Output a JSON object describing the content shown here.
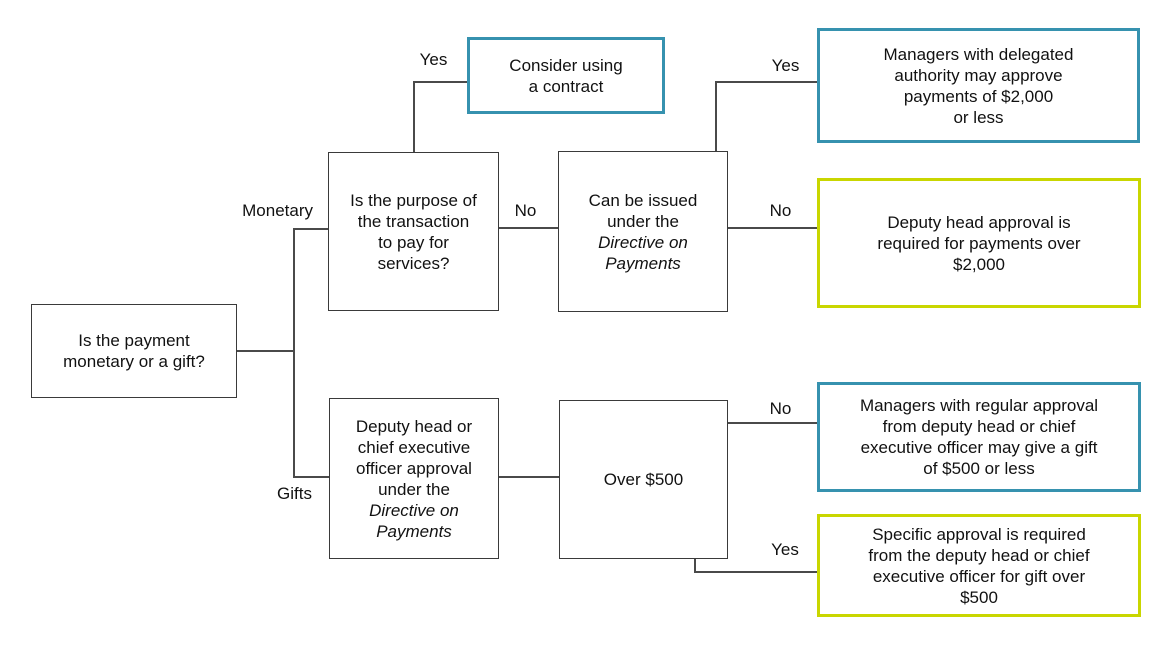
{
  "colors": {
    "teal_border": "#3692AF",
    "yellow_border": "#C9D600",
    "plain_border": "#3A3A3A",
    "connector": "#4A4A4A",
    "text": "#111111",
    "background": "#FFFFFF"
  },
  "nodes": {
    "root": {
      "lines": [
        "Is the payment",
        "monetary or a gift?"
      ]
    },
    "purpose": {
      "lines": [
        "Is the purpose of",
        "the transaction",
        "to pay for",
        "services?"
      ]
    },
    "contract": {
      "lines": [
        "Consider using",
        "a contract"
      ]
    },
    "issued": {
      "lines": [
        "Can be issued",
        "under the",
        "Directive on",
        "Payments"
      ],
      "italic_lines": [
        2,
        3
      ]
    },
    "managers_delegated": {
      "lines": [
        "Managers with delegated",
        "authority may approve",
        "payments of $2,000",
        "or less"
      ]
    },
    "deputy_over_2000": {
      "lines": [
        "Deputy head approval is",
        "required for payments over",
        "$2,000"
      ]
    },
    "gifts_deputy": {
      "lines": [
        "Deputy head or",
        "chief executive",
        "officer approval",
        "under the",
        "Directive on",
        "Payments"
      ],
      "italic_lines": [
        4,
        5
      ]
    },
    "over_500": {
      "lines": [
        "Over $500"
      ]
    },
    "managers_regular": {
      "lines": [
        "Managers with regular approval",
        "from deputy head or chief",
        "executive officer may give a gift",
        "of $500 or less"
      ]
    },
    "specific_over_500": {
      "lines": [
        "Specific approval is required",
        "from the deputy head or chief",
        "executive officer for gift over",
        "$500"
      ]
    }
  },
  "edge_labels": {
    "monetary": "Monetary",
    "gifts": "Gifts",
    "purpose_yes": "Yes",
    "purpose_no": "No",
    "issued_yes": "Yes",
    "issued_no": "No",
    "over_500_no": "No",
    "over_500_yes": "Yes"
  }
}
